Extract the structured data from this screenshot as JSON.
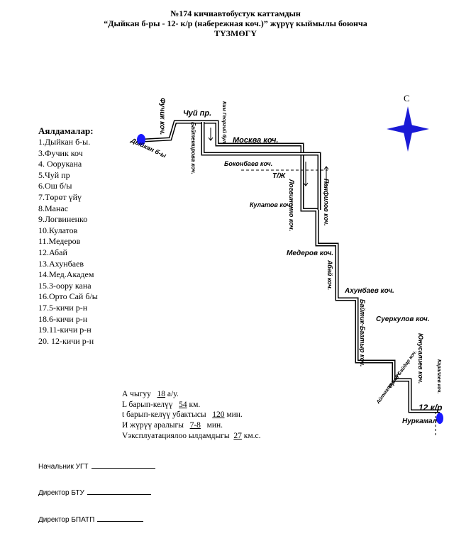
{
  "header": {
    "line1": "№174 кичиавтобустук каттамдын",
    "line2": "“Дыйкан б-ры - 12- к/р (набережная коч.)” жүрүү кыймылы боюнча",
    "line3": "ТҮЗМӨГҮ"
  },
  "stops": {
    "title": "Аялдамалар:",
    "items": [
      "1.Дыйкан б-ы.",
      "3.Фучик коч",
      "4. Оорукана",
      "5.Чуй пр",
      "6.Ош б/ы",
      "7.Төрөт үйү",
      "8.Манас",
      "9.Логвиненко",
      "10.Кулатов",
      "11.Медеров",
      "12.Абай",
      "13.Ахунбаев",
      "14.Мед.Академ",
      "15.3-оору кана",
      "16.Орто Сай б/ы",
      "17.5-кичи р-н",
      "18.6-кичи р-н",
      "19.11-кичи р-н",
      "20. 12-кичи р-н"
    ]
  },
  "params": {
    "count_label": "А чыгуу",
    "count_value": "18",
    "count_unit": "а/у.",
    "length_label": "L барып-келүү",
    "length_value": "54",
    "length_unit": "км.",
    "time_label": "t барып-келүү убактысы",
    "time_value": "120",
    "time_unit": "мин.",
    "interval_label": "И жүрүү аралыгы",
    "interval_value": "7-8",
    "interval_unit": "мин.",
    "speed_label": "Vэксплуатациялоо ылдамдыгы",
    "speed_value": "27",
    "speed_unit": "км.с."
  },
  "signatures": {
    "s1": "Начальник УГТ",
    "s2": "Директор БТУ",
    "s3": "Директор БПАТП"
  },
  "map": {
    "compass": "С",
    "end_label": "12 к/р",
    "streets": {
      "fuchik": "Фучик коч.",
      "chui": "Чуй пр.",
      "dyikan": "Дыйкан б-ы",
      "baitemirova": "Байтемирова коч.",
      "kim": "Ким Георгий бул.",
      "moskva": "Москва коч.",
      "bokonbaev": "Боконбаев коч.",
      "tzh": "Т/Ж",
      "logvinenko": "Логвиненко коч.",
      "kulatov": "Кулатов коч.",
      "panfilov": "Панфилов коч.",
      "mederov": "Медеров коч.",
      "abai": "Абай коч.",
      "akhunbaev": "Ахунбаев коч.",
      "baitik": "Байтик-Баатыр коч.",
      "suerkulov": "Суеркулов коч.",
      "yunusaliev": "Юнусалиев коч.",
      "ortosai": "Орто Сайдар коч.",
      "akmatov": "Айтматов коч.",
      "karalaev": "Каралаев коч.",
      "nurkamal": "Нуркамал"
    },
    "colors": {
      "stop_marker": "#1a1aff",
      "compass": "#1a1ad6"
    }
  }
}
